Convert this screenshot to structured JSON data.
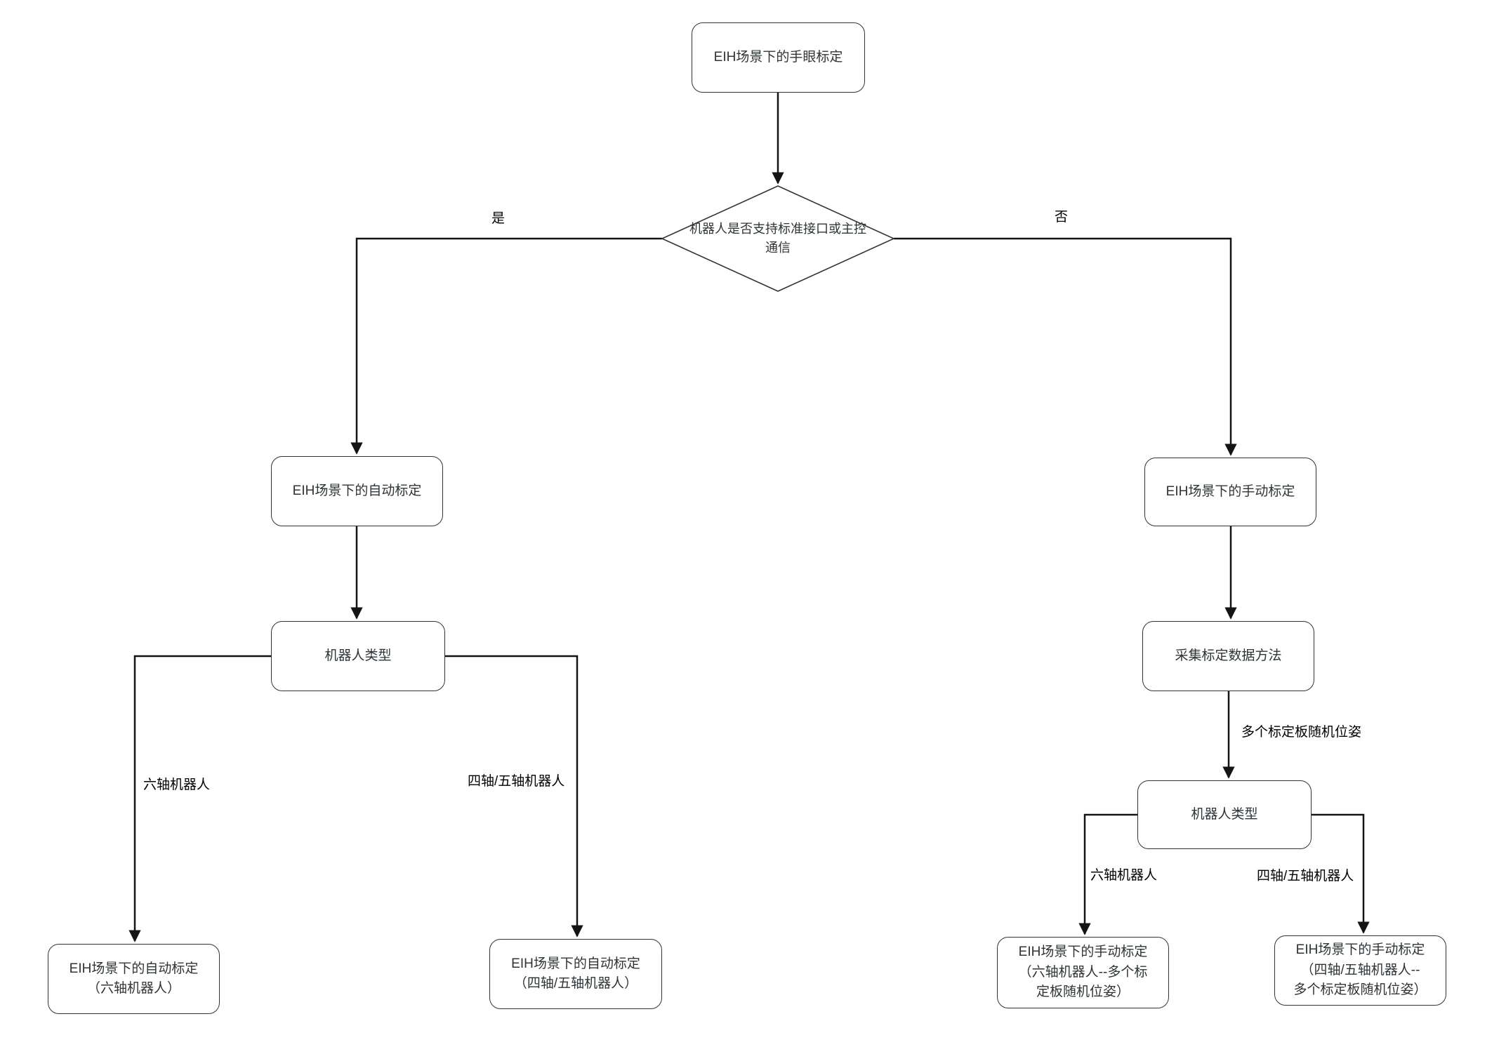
{
  "nodes": {
    "start": {
      "label": "EIH场景下的手眼标定"
    },
    "decision": {
      "label": "机器人是否支持标准接口或主控\n通信"
    },
    "auto_calibration": {
      "label": "EIH场景下的自动标定"
    },
    "robot_type_left": {
      "label": "机器人类型"
    },
    "auto_six_axis": {
      "label": "EIH场景下的自动标定\n（六轴机器人）"
    },
    "auto_four_five_axis": {
      "label": "EIH场景下的自动标定\n（四轴/五轴机器人）"
    },
    "manual_calibration": {
      "label": "EIH场景下的手动标定"
    },
    "collect_method": {
      "label": "采集标定数据方法"
    },
    "robot_type_right": {
      "label": "机器人类型"
    },
    "manual_six_axis": {
      "label": "EIH场景下的手动标定\n（六轴机器人--多个标\n定板随机位姿）"
    },
    "manual_four_five_axis": {
      "label": "EIH场景下的手动标定\n（四轴/五轴机器人--\n多个标定板随机位姿）"
    }
  },
  "edge_labels": {
    "yes": "是",
    "no": "否",
    "six_axis_left": "六轴机器人",
    "four_five_axis_left": "四轴/五轴机器人",
    "multi_board_pose": "多个标定板随机位姿",
    "six_axis_right": "六轴机器人",
    "four_five_axis_right": "四轴/五轴机器人"
  },
  "colors": {
    "node_border": "#2f3437",
    "node_text": "#2f3437",
    "line": "#141414",
    "background": "#ffffff"
  }
}
